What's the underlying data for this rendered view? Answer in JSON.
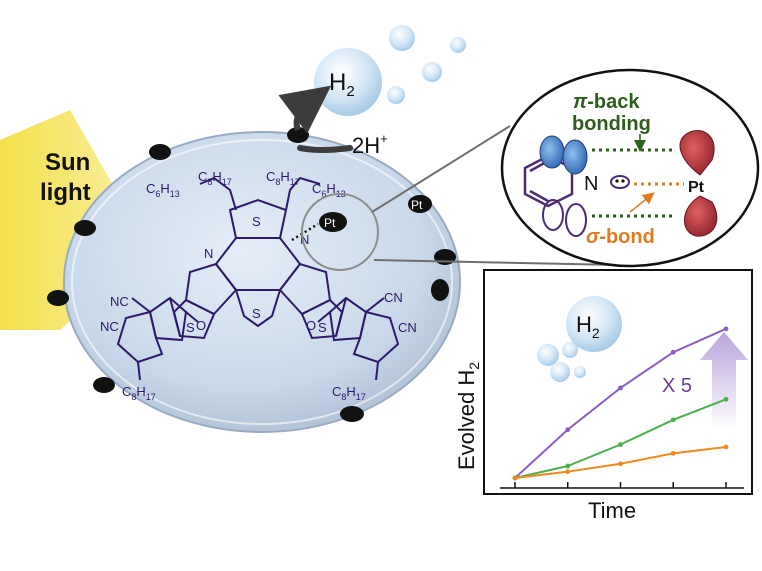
{
  "sunlight": {
    "line1": "Sun",
    "line2": "light"
  },
  "reaction": {
    "product": "H",
    "product_sub": "2",
    "reactant": "2H",
    "reactant_sup": "+"
  },
  "catalyst_label": "Pt",
  "molecule": {
    "alkyl_a": "C",
    "alkyl_a_sub": "6",
    "alkyl_a_h": "H",
    "alkyl_a_hsub": "13",
    "alkyl_b": "C",
    "alkyl_b_sub": "8",
    "alkyl_b_h": "H",
    "alkyl_b_hsub": "17",
    "atom_n": "N",
    "atom_s": "S",
    "atom_o": "O",
    "group_nc": "NC",
    "group_cn": "CN"
  },
  "bonding": {
    "pi_symbol": "π",
    "pi_text": "-back",
    "pi_line2": "bonding",
    "sigma_symbol": "σ",
    "sigma_text": "-bond",
    "metal": "Pt",
    "nitrogen": "N"
  },
  "colors": {
    "molecule": "#2d1a6b",
    "pi_label": "#2e5d1e",
    "sigma_label": "#e07b1e",
    "orbital_blue": "#3a78c9",
    "orbital_red": "#b8323c",
    "sun": "#f2e25a",
    "disc": "#c9dcef"
  },
  "chart_data": {
    "type": "line",
    "xlabel": "Time",
    "ylabel": "Evolved H",
    "ylabel_sub": "2",
    "annotation": "X 5",
    "inset_label": "H",
    "inset_label_sub": "2",
    "x": [
      0,
      1,
      2,
      3,
      4
    ],
    "series": [
      {
        "color": "#8a5ec4",
        "values": [
          0,
          1.53,
          2.85,
          3.98,
          4.72
        ]
      },
      {
        "color": "#4caf50",
        "values": [
          0,
          0.38,
          1.06,
          1.84,
          2.49
        ]
      },
      {
        "color": "#f08a1c",
        "values": [
          0,
          0.2,
          0.45,
          0.78,
          0.98
        ]
      }
    ],
    "xlim": [
      0,
      4
    ],
    "ylim": [
      0,
      5
    ],
    "grid": false
  }
}
